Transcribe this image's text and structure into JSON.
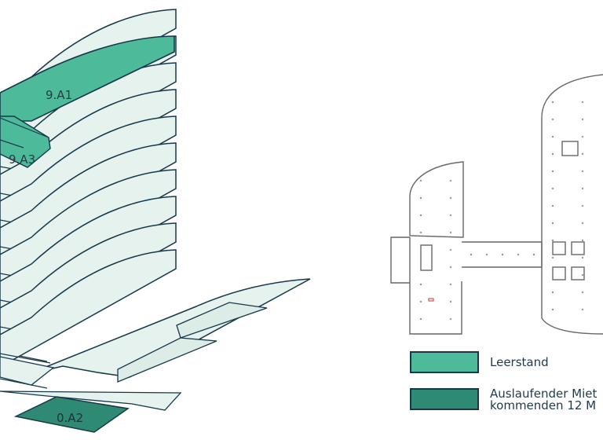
{
  "labels": {
    "floor_9_a1": "9.A1",
    "floor_9_a3": "9.A3",
    "floor_0_a2": "0.A2"
  },
  "legend": {
    "vacancy": {
      "label": "Leerstand",
      "color": "#4dbb9a"
    },
    "expiring": {
      "line1": "Auslaufender Miet",
      "line2": "kommenden 12 M",
      "color": "#2e8a72"
    }
  },
  "colors": {
    "floor_fill": "#e6f2ee",
    "outline": "#16384a",
    "vacancy": "#4dbb9a",
    "expiring": "#2e8a72"
  }
}
